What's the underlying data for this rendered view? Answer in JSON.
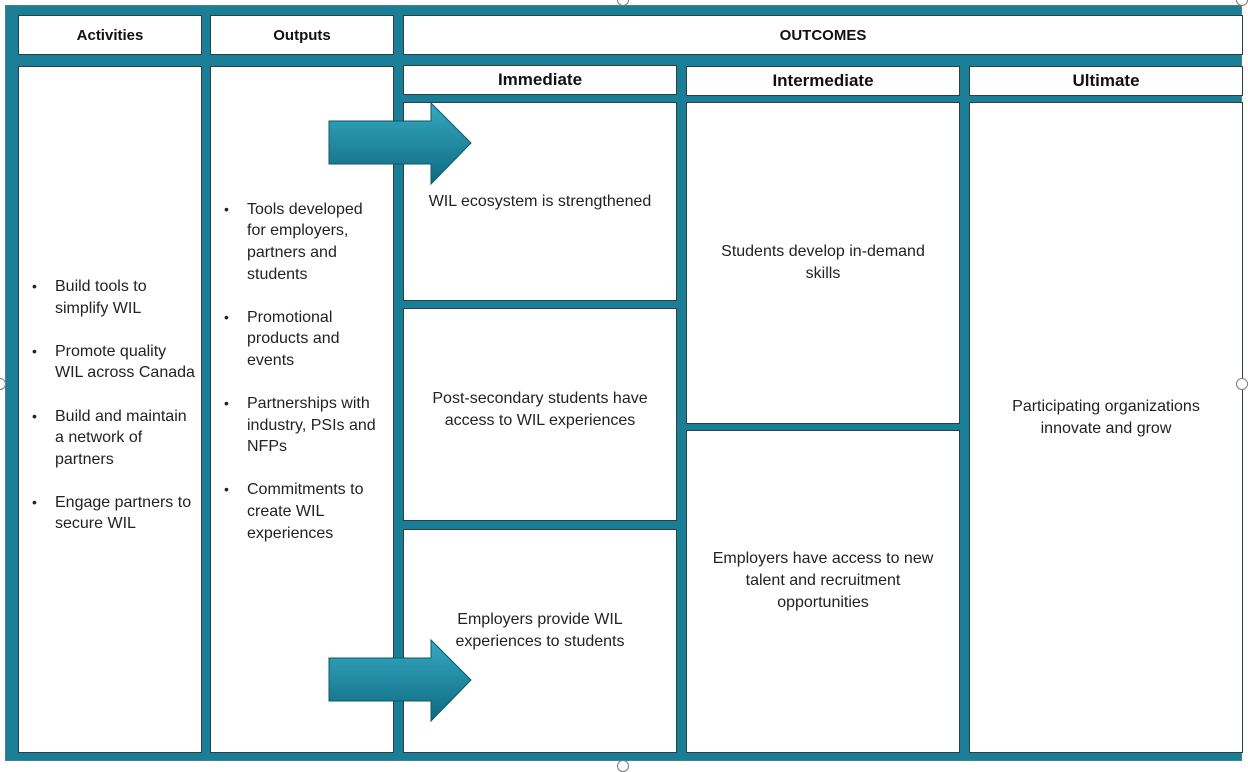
{
  "headers": {
    "activities": "Activities",
    "outputs": "Outputs",
    "outcomes": "OUTCOMES",
    "immediate": "Immediate",
    "intermediate": "Intermediate",
    "ultimate": "Ultimate"
  },
  "activities": [
    "Build tools to simplify WIL",
    "Promote quality WIL across Canada",
    "Build and maintain a network of partners",
    "Engage partners to secure WIL"
  ],
  "outputs": [
    "Tools developed for employers, partners and students",
    "Promotional products and events",
    "Partnerships with industry, PSIs and NFPs",
    "Commitments to create WIL experiences"
  ],
  "immediate": [
    "WIL ecosystem is strengthened",
    "Post-secondary students have access to WIL experiences",
    "Employers provide WIL experiences to students"
  ],
  "intermediate": [
    "Students develop in-demand skills",
    "Employers have access to new talent and recruitment opportunities"
  ],
  "ultimate": [
    "Participating organizations innovate and grow"
  ],
  "colors": {
    "frame": "#1a7f96",
    "arrow_light": "#36a9c2",
    "arrow_dark": "#0d6a80"
  },
  "icons": {
    "arrows": "right-arrow-icon",
    "handles": "selection-handle"
  }
}
